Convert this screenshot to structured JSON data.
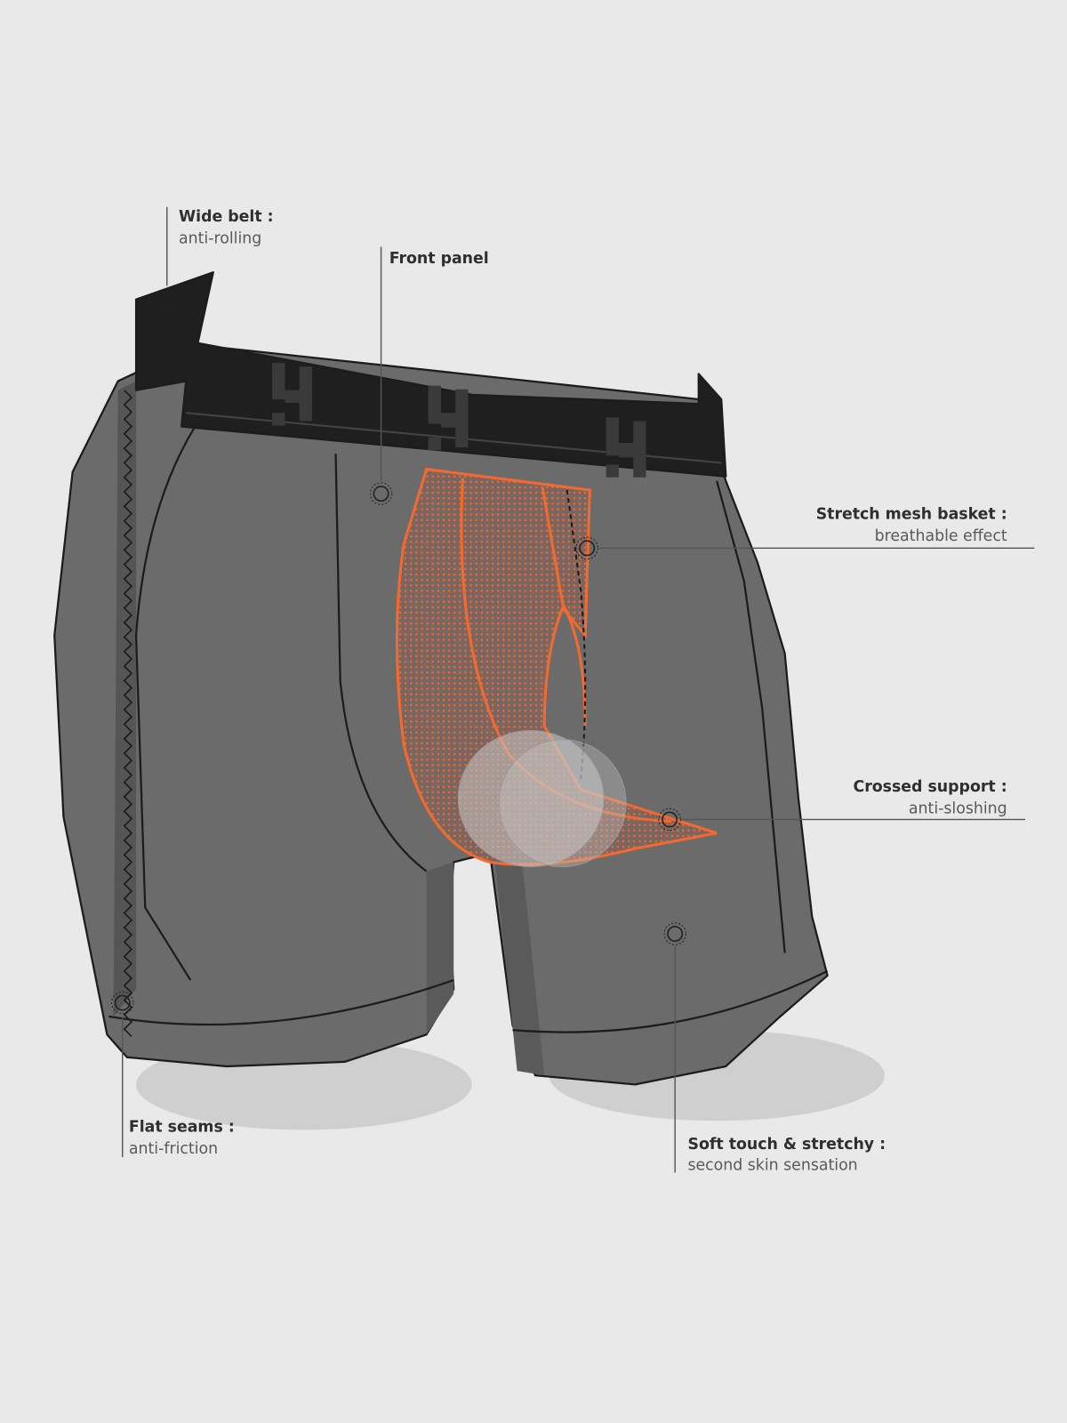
{
  "title": "Boxer brief features diagram",
  "colors": {
    "background": "#e9e9e9",
    "fabric": "#6b6b6b",
    "belt": "#1f1f1f",
    "mesh": "#f26a30"
  },
  "callouts": [
    {
      "title": "Wide belt :",
      "subtitle": "anti-rolling"
    },
    {
      "title": "Front panel"
    },
    {
      "title": "Stretch mesh basket :",
      "subtitle": "breathable effect"
    },
    {
      "title": "Crossed support :",
      "subtitle": "anti-sloshing"
    },
    {
      "title": "Flat seams :",
      "subtitle": "anti-friction"
    },
    {
      "title": "Soft touch & stretchy :",
      "subtitle": "second skin sensation"
    }
  ]
}
